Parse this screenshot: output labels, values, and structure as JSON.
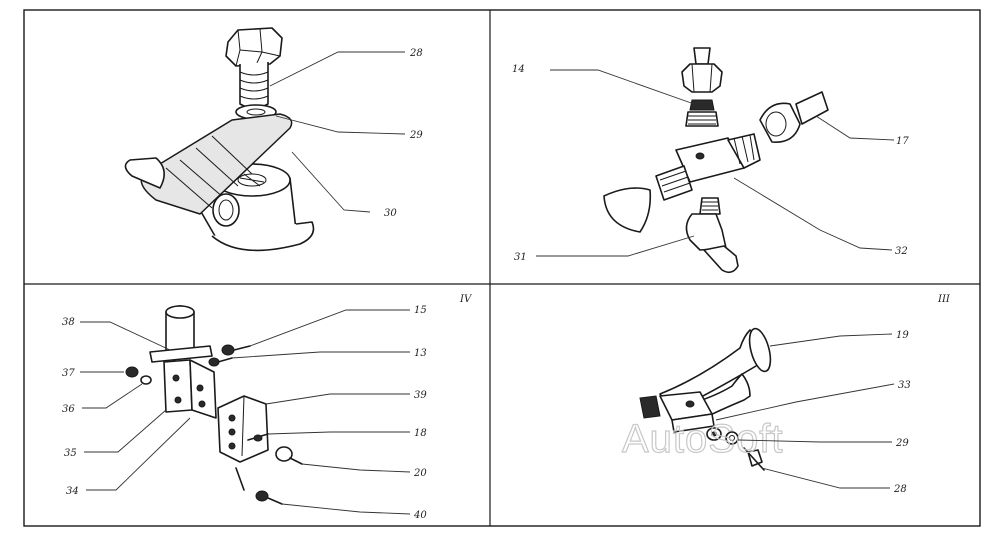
{
  "panels": [
    {
      "id": "top-left",
      "roman": "",
      "labels": [
        "28",
        "29",
        "30"
      ]
    },
    {
      "id": "top-right",
      "roman": "",
      "labels": [
        "14",
        "17",
        "31",
        "32"
      ]
    },
    {
      "id": "bottom-left",
      "roman": "IV",
      "labels": [
        "15",
        "13",
        "38",
        "37",
        "36",
        "35",
        "34",
        "39",
        "18",
        "20",
        "40"
      ]
    },
    {
      "id": "bottom-right",
      "roman": "III",
      "labels": [
        "19",
        "33",
        "29",
        "28"
      ]
    }
  ],
  "watermark": "AutoSoft"
}
